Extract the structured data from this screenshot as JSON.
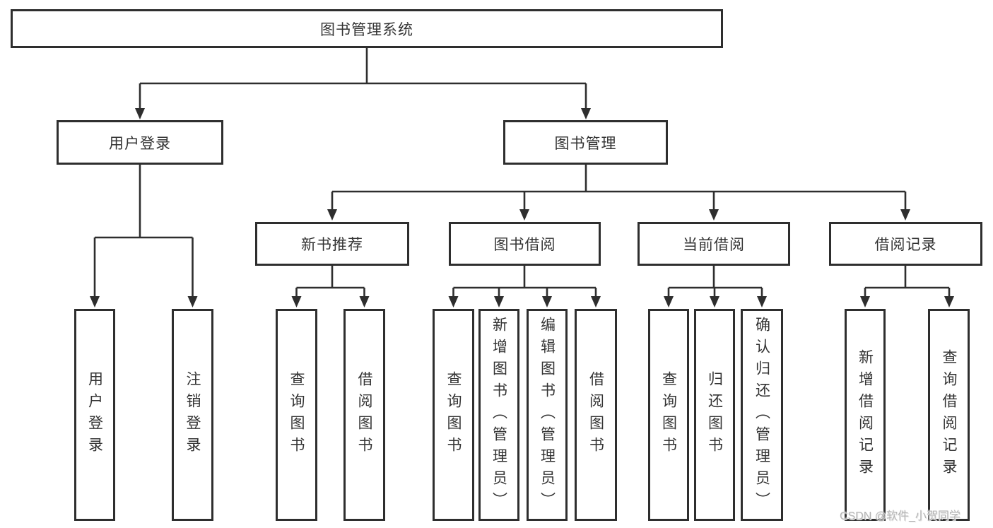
{
  "diagram_title": "图书管理系统",
  "nodes": {
    "root": {
      "label": "图书管理系统"
    },
    "user_login": {
      "label": "用户登录"
    },
    "book_mgmt": {
      "label": "图书管理"
    },
    "new_book_rec": {
      "label": "新书推荐"
    },
    "book_borrow": {
      "label": "图书借阅"
    },
    "current_borrow": {
      "label": "当前借阅"
    },
    "borrow_records": {
      "label": "借阅记录"
    },
    "leaf_user_login": {
      "label": "用户登录"
    },
    "leaf_logout": {
      "label": "注销登录"
    },
    "leaf_nbr_query": {
      "label": "查询图书"
    },
    "leaf_nbr_borrow": {
      "label": "借阅图书"
    },
    "leaf_bb_query": {
      "label": "查询图书"
    },
    "leaf_bb_add": {
      "label": "新增图书（管理员）"
    },
    "leaf_bb_edit": {
      "label": "编辑图书（管理员）"
    },
    "leaf_bb_borrow": {
      "label": "借阅图书"
    },
    "leaf_cb_query": {
      "label": "查询图书"
    },
    "leaf_cb_return": {
      "label": "归还图书"
    },
    "leaf_cb_confirm": {
      "label": "确认归还（管理员）"
    },
    "leaf_br_add": {
      "label": "新增借阅记录"
    },
    "leaf_br_query": {
      "label": "查询借阅记录"
    }
  },
  "edges": [
    {
      "parent": "图书管理系统",
      "child": "用户登录"
    },
    {
      "parent": "图书管理系统",
      "child": "图书管理"
    },
    {
      "parent": "用户登录",
      "child": "用户登录"
    },
    {
      "parent": "用户登录",
      "child": "注销登录"
    },
    {
      "parent": "图书管理",
      "child": "新书推荐"
    },
    {
      "parent": "图书管理",
      "child": "图书借阅"
    },
    {
      "parent": "图书管理",
      "child": "当前借阅"
    },
    {
      "parent": "图书管理",
      "child": "借阅记录"
    },
    {
      "parent": "新书推荐",
      "child": "查询图书"
    },
    {
      "parent": "新书推荐",
      "child": "借阅图书"
    },
    {
      "parent": "图书借阅",
      "child": "查询图书"
    },
    {
      "parent": "图书借阅",
      "child": "新增图书（管理员）"
    },
    {
      "parent": "图书借阅",
      "child": "编辑图书（管理员）"
    },
    {
      "parent": "图书借阅",
      "child": "借阅图书"
    },
    {
      "parent": "当前借阅",
      "child": "查询图书"
    },
    {
      "parent": "当前借阅",
      "child": "归还图书"
    },
    {
      "parent": "当前借阅",
      "child": "确认归还（管理员）"
    },
    {
      "parent": "借阅记录",
      "child": "新增借阅记录"
    },
    {
      "parent": "借阅记录",
      "child": "查询借阅记录"
    }
  ],
  "colors": {
    "line": "#2e2e2e",
    "box_border": "#2e2e2e",
    "text": "#333333",
    "background": "#ffffff",
    "watermark": "#b4b4b4"
  },
  "watermark": "CSDN @软件_小贺同学"
}
